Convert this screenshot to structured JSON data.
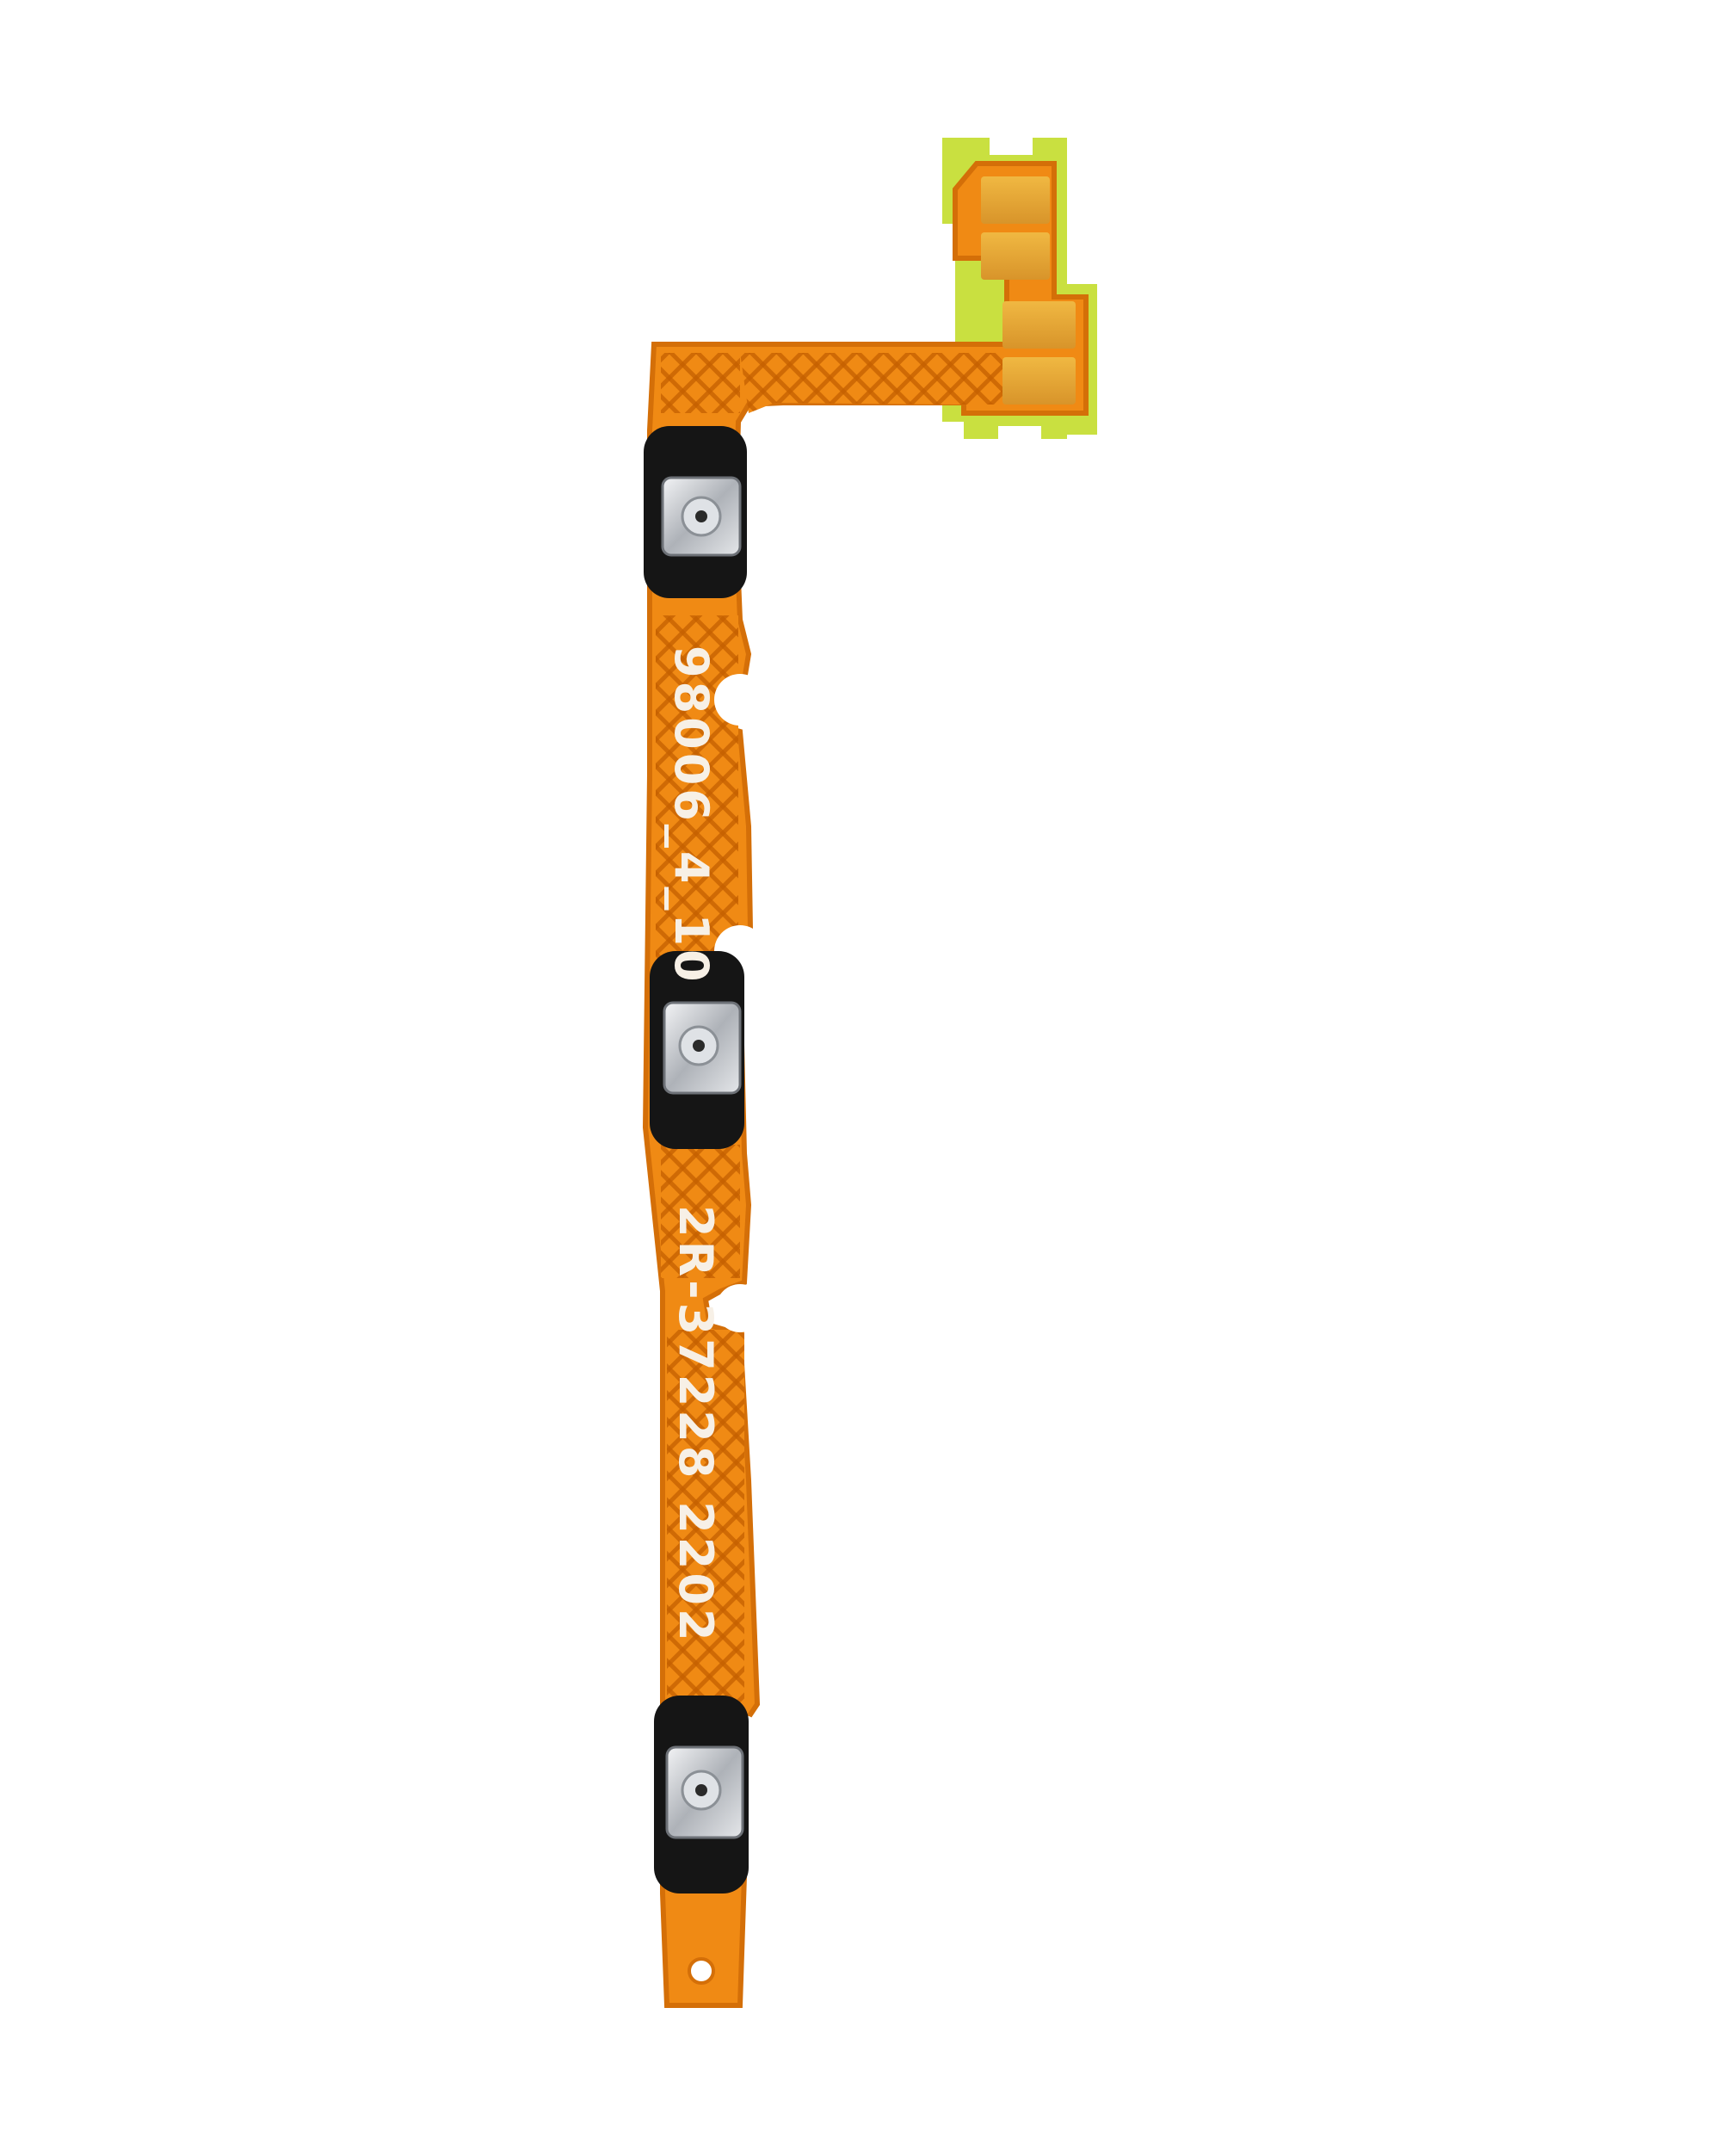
{
  "image": {
    "subject": "flex-cable-with-three-buttons",
    "background": "#ffffff"
  },
  "colors": {
    "flex_orange": "#f08a14",
    "flex_edge": "#d46f08",
    "mesh": "#c45e00",
    "gold_pad": "#e6a630",
    "yellow_border": "#c9e040",
    "black_stiffener": "#151515",
    "switch_metal": "#c9ccd1",
    "silkscreen": "#f7f0e6"
  },
  "silkscreen": {
    "code_upper": "98006_4_10",
    "code_lower": "2R-37228 2202"
  },
  "components": {
    "buttons": [
      "upper-switch",
      "middle-switch",
      "lower-switch"
    ],
    "connector_pads": 4
  }
}
